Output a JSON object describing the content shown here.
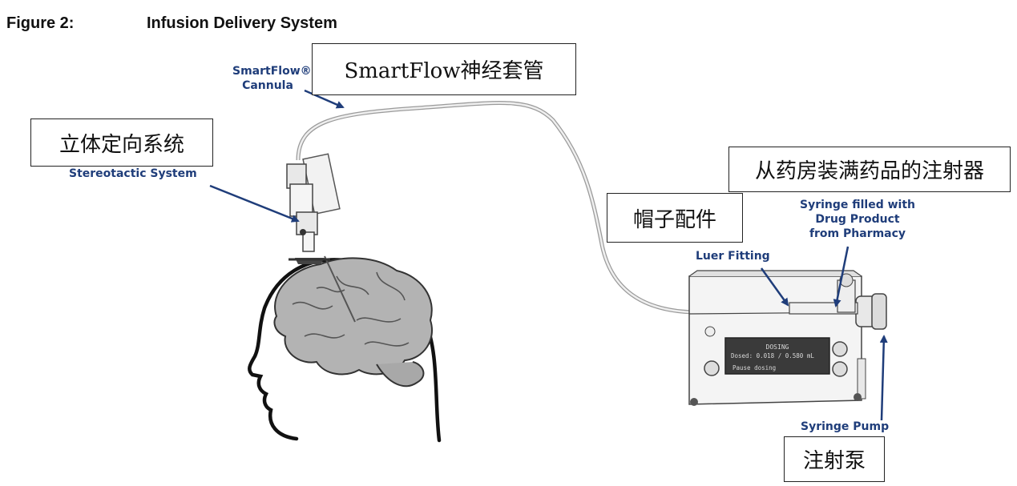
{
  "figure": {
    "number": "Figure 2:",
    "title": "Infusion Delivery System"
  },
  "labels": {
    "cannula_line1": "SmartFlow®",
    "cannula_line2": "Cannula",
    "stereotactic": "Stereotactic System",
    "syringe_line1": "Syringe filled with",
    "syringe_line2": "Drug Product",
    "syringe_line3": "from Pharmacy",
    "luer": "Luer Fitting",
    "pump": "Syringe Pump"
  },
  "translation_boxes": {
    "cannula": "SmartFlow神经套管",
    "stereotactic": "立体定向系统",
    "syringe": "从药房装满药品的注射器",
    "luer": "帽子配件",
    "pump": "注射泵"
  },
  "pump_display": {
    "header": "DOSING",
    "line1": "Dosed: 0.018 / 0.580 mL",
    "line2": "Pause dosing"
  },
  "colors": {
    "label_blue": "#1f3d7a",
    "brain_gray": "#b3b3b3",
    "device_gray": "#e6e6e6"
  }
}
